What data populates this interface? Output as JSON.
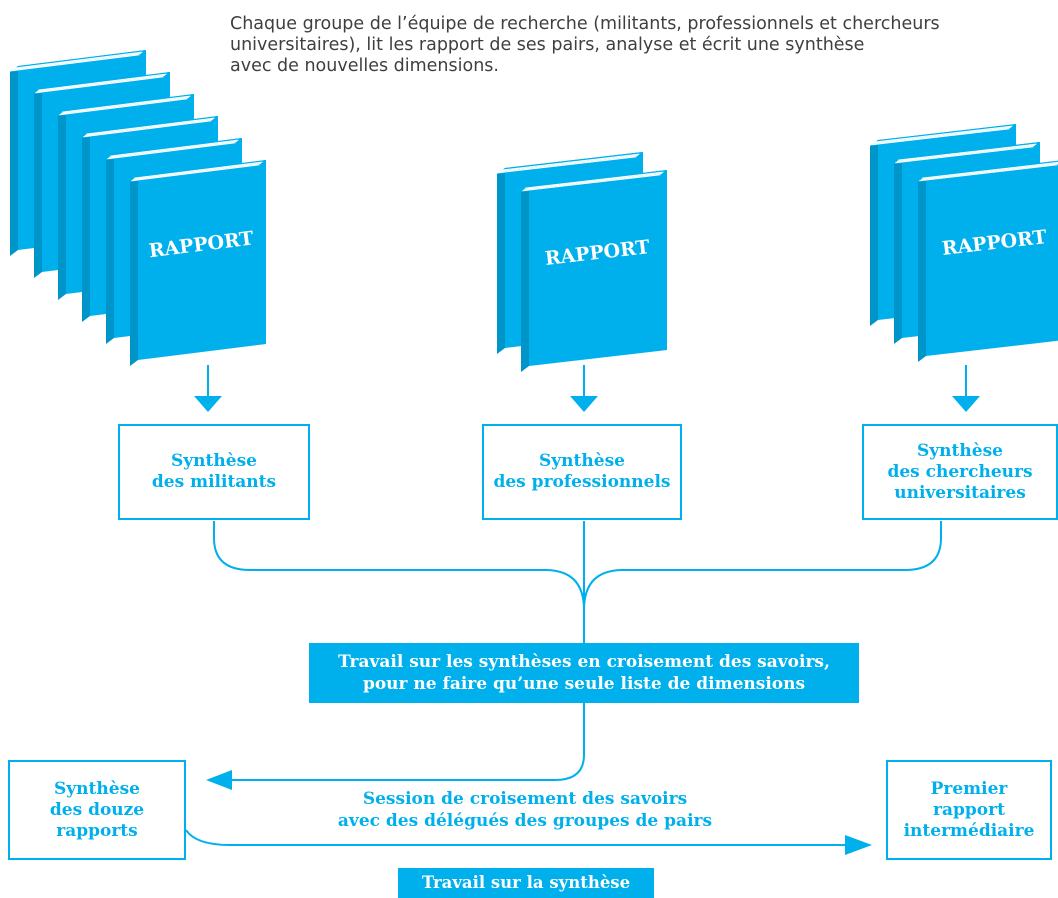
{
  "intro": {
    "line1": "Chaque groupe de l’équipe de recherche (militants, professionnels et chercheurs",
    "line2": "universitaires), lit les rapport de ses pairs, analyse et écrit une synthèse",
    "line3": "avec de nouvelles dimensions."
  },
  "book_label": "RAPPORT",
  "syntheses": {
    "militants": [
      "Synthèse",
      "des militants"
    ],
    "professionnels": [
      "Synthèse",
      "des professionnels"
    ],
    "chercheurs": [
      "Synthèse",
      "des chercheurs",
      "universitaires"
    ]
  },
  "croisement": {
    "line1": "Travail sur les synthèses en croisement des savoirs,",
    "line2": "pour ne faire qu’une seule liste de dimensions"
  },
  "douze": [
    "Synthèse",
    "des douze",
    "rapports"
  ],
  "session": {
    "line1": "Session de croisement des savoirs",
    "line2": "avec des délégués des groupes de pairs"
  },
  "premier": [
    "Premier",
    "rapport",
    "intermédiaire"
  ],
  "travail_synthese": "Travail sur la synthèse",
  "colors": {
    "accent": "#00b0ec",
    "text": "#3f3f3f",
    "shade": "#0095c8"
  }
}
